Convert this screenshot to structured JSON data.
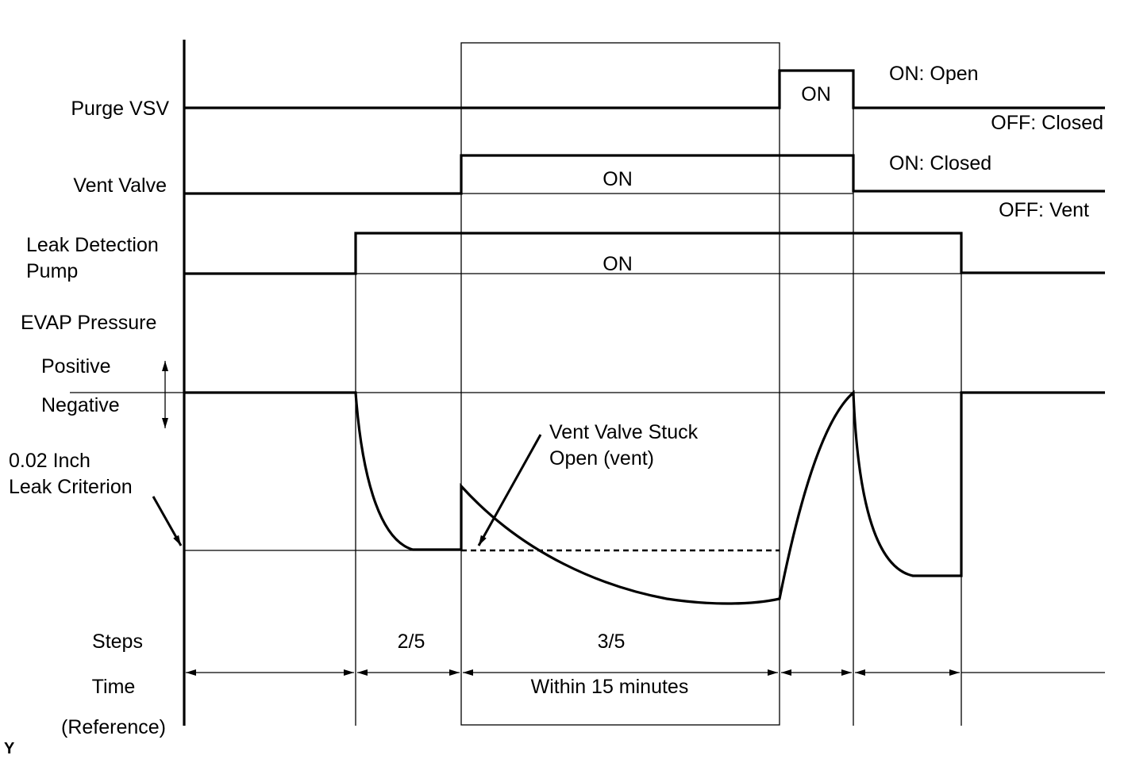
{
  "signals": {
    "purge_vsv": "Purge VSV",
    "vent_valve": "Vent Valve",
    "leak_pump_line1": "Leak Detection",
    "leak_pump_line2": "Pump",
    "evap_pressure": "EVAP Pressure",
    "positive": "Positive",
    "negative": "Negative",
    "criterion_line1": "0.02 Inch",
    "criterion_line2": "Leak Criterion"
  },
  "states": {
    "purge_on": "ON",
    "purge_on_meaning": "ON: Open",
    "purge_off_meaning": "OFF: Closed",
    "vent_on": "ON",
    "vent_on_meaning": "ON: Closed",
    "vent_off_meaning": "OFF: Vent",
    "pump_on": "ON"
  },
  "annotation": {
    "line1": "Vent Valve Stuck",
    "line2": "Open (vent)"
  },
  "steps": {
    "label": "Steps",
    "step_2": "2/5",
    "step_3": "3/5"
  },
  "time": {
    "label": "Time",
    "within": "Within 15 minutes",
    "reference": "(Reference)"
  },
  "corner_mark": "Y"
}
